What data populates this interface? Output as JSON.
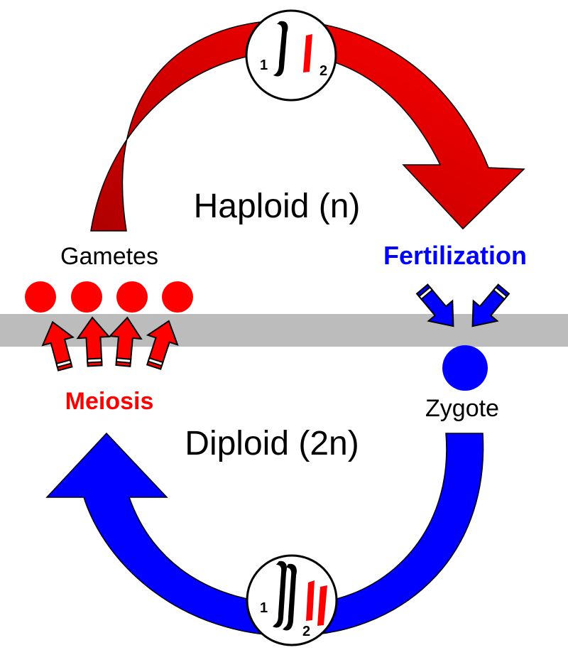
{
  "labels": {
    "haploid": "Haploid (n)",
    "diploid": "Diploid (2n)",
    "gametes": "Gametes",
    "fertilization": "Fertilization",
    "meiosis": "Meiosis",
    "zygote": "Zygote"
  },
  "top_cell": {
    "chromosome_1": "1",
    "chromosome_2": "2"
  },
  "bottom_cell": {
    "chromosome_1": "1",
    "chromosome_2": "2"
  },
  "colors": {
    "haploid_arrow": "#ff0000",
    "haploid_arrow_dark": "#c00000",
    "diploid_arrow": "#0000ff",
    "fertilization_text": "#0000ff",
    "meiosis_text": "#ff0000",
    "divider_band": "#bcbcbc",
    "chromosome_maternal": "#000000",
    "chromosome_paternal": "#ff0000"
  }
}
